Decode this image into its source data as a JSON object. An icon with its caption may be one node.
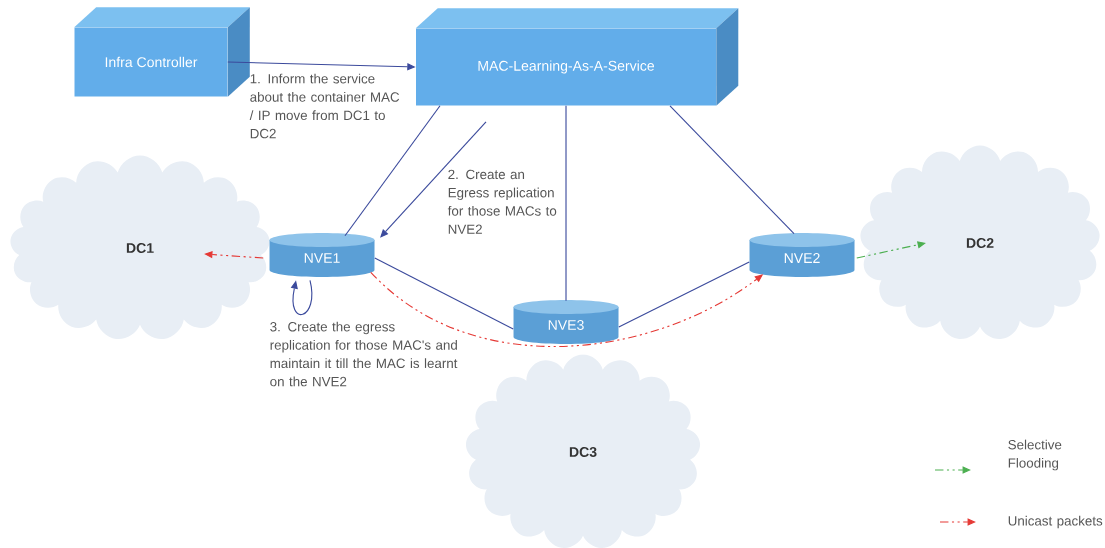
{
  "diagram": {
    "nodes": [
      {
        "text": [
          "Infra Controller"
        ]
      },
      {
        "text": [
          "MAC-Learning-As-A-Service"
        ]
      },
      {
        "text": [
          "DC1"
        ]
      },
      {
        "text": [
          "DC2"
        ]
      },
      {
        "text": [
          "DC3"
        ]
      },
      {
        "text": [
          "NVE1"
        ]
      },
      {
        "text": [
          "NVE2"
        ]
      },
      {
        "text": [
          "NVE3"
        ]
      }
    ],
    "edges": [
      {
        "from": 0,
        "to": 1,
        "arrow": "to",
        "label": "1. Inform the service about the container MAC / IP move from DC1 to DC2"
      },
      {
        "from": 1,
        "to": 5,
        "arrow": "none"
      },
      {
        "from": 1,
        "to": 5,
        "arrow": "to",
        "label": "2. Create an Egress replication for those MACs to NVE2"
      },
      {
        "from": 1,
        "to": 7,
        "arrow": "none"
      },
      {
        "from": 1,
        "to": 6,
        "arrow": "none"
      },
      {
        "from": 5,
        "to": 7,
        "arrow": "none"
      },
      {
        "from": 7,
        "to": 6,
        "arrow": "none"
      },
      {
        "from": 5,
        "to": 5,
        "arrow": "to",
        "label": "3. Create the egress replication for those MAC's and maintain it till the MAC is learnt on the NVE2"
      },
      {
        "from": 5,
        "to": 2,
        "arrow": "to",
        "style": "dashed",
        "color": "#e53935"
      },
      {
        "from": 5,
        "to": 6,
        "arrow": "to",
        "style": "dashed",
        "color": "#e53935"
      },
      {
        "from": 6,
        "to": 3,
        "arrow": "to",
        "style": "dashed",
        "color": "#4caf50"
      }
    ],
    "legend": [
      {
        "text": "Selective Flooding"
      },
      {
        "text": "Unicast packets"
      }
    ]
  }
}
